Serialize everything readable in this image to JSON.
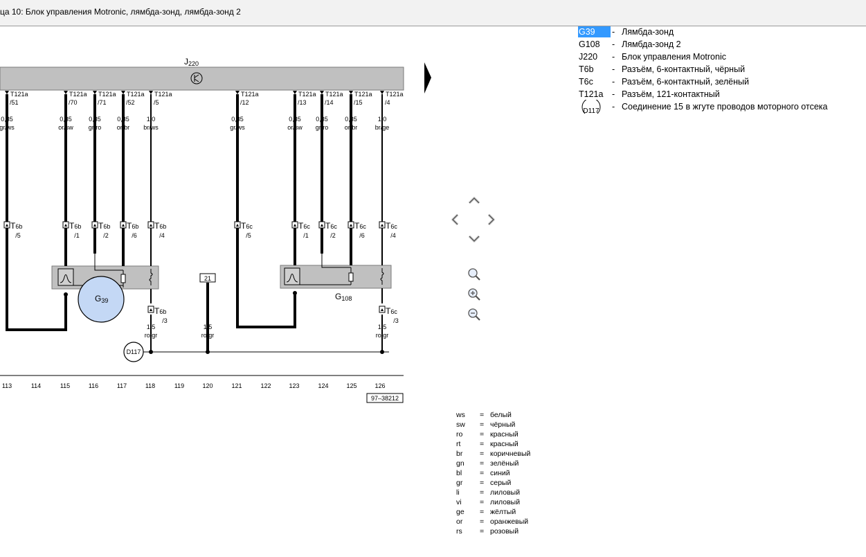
{
  "window": {
    "title": "ца 10: Блок управления Motronic, лямбда-зонд, лямбда-зонд 2"
  },
  "diagram": {
    "control_unit": {
      "label": "J",
      "sub": "220"
    },
    "probe1": {
      "label": "G",
      "sub": "39"
    },
    "probe2": {
      "label": "G",
      "sub": "108"
    },
    "fuse": "21",
    "joint": "D117",
    "drawing_number": "97–38212",
    "wires": [
      {
        "pin_conn": "T121a",
        "pin_num": "/51",
        "size": "0,35",
        "color": "gr/ws",
        "plug": "T6b",
        "plug_pin": "/5"
      },
      {
        "pin_conn": "T121a",
        "pin_num": "/70",
        "size": "0,35",
        "color": "or/sw",
        "plug": "T6b",
        "plug_pin": "/1"
      },
      {
        "pin_conn": "T121a",
        "pin_num": "/71",
        "size": "0,35",
        "color": "gr/ro",
        "plug": "T6b",
        "plug_pin": "/2"
      },
      {
        "pin_conn": "T121a",
        "pin_num": "/52",
        "size": "0,35",
        "color": "or/br",
        "plug": "T6b",
        "plug_pin": "/6"
      },
      {
        "pin_conn": "T121a",
        "pin_num": "/5",
        "size": "1,0",
        "color": "br/ws",
        "plug": "T6b",
        "plug_pin": "/4"
      },
      {
        "pin_conn": "T121a",
        "pin_num": "/12",
        "size": "0,35",
        "color": "gr/ws",
        "plug": "T6c",
        "plug_pin": "/5"
      },
      {
        "pin_conn": "T121a",
        "pin_num": "/13",
        "size": "0,35",
        "color": "or/sw",
        "plug": "T6c",
        "plug_pin": "/1"
      },
      {
        "pin_conn": "T121a",
        "pin_num": "/14",
        "size": "0,35",
        "color": "gr/ro",
        "plug": "T6c",
        "plug_pin": "/2"
      },
      {
        "pin_conn": "T121a",
        "pin_num": "/15",
        "size": "0,35",
        "color": "or/br",
        "plug": "T6c",
        "plug_pin": "/6"
      },
      {
        "pin_conn": "T121a",
        "pin_num": "/4",
        "size": "1,0",
        "color": "br/ge",
        "plug": "T6c",
        "plug_pin": "/4"
      }
    ],
    "lower_wires": [
      {
        "plug": "T6b",
        "plug_pin": "/3",
        "size": "1,5",
        "color": "ro/gr"
      },
      {
        "size": "1,5",
        "color": "ro/gr"
      },
      {
        "plug": "T6c",
        "plug_pin": "/3",
        "size": "1,5",
        "color": "ro/gr"
      }
    ],
    "ruler": [
      "113",
      "114",
      "115",
      "116",
      "117",
      "118",
      "119",
      "120",
      "121",
      "122",
      "123",
      "124",
      "125",
      "126"
    ]
  },
  "legend": [
    {
      "code": "G39",
      "desc": "Лямбда-зонд",
      "selected": true
    },
    {
      "code": "G108",
      "desc": "Лямбда-зонд 2"
    },
    {
      "code": "J220",
      "desc": "Блок управления Motronic"
    },
    {
      "code": "T6b",
      "desc": "Разъём, 6-контактный, чёрный"
    },
    {
      "code": "T6c",
      "desc": "Разъём, 6-контактный, зелёный"
    },
    {
      "code": "T121a",
      "desc": "Разъём, 121-контактный"
    },
    {
      "code": "D117",
      "desc": "Соединение 15 в жгуте проводов моторного отсека"
    }
  ],
  "legend_dash": "-",
  "colors_eq": "=",
  "colors": [
    {
      "abbr": "ws",
      "name": "белый"
    },
    {
      "abbr": "sw",
      "name": "чёрный"
    },
    {
      "abbr": "ro",
      "name": "красный"
    },
    {
      "abbr": "rt",
      "name": "красный"
    },
    {
      "abbr": "br",
      "name": "коричневый"
    },
    {
      "abbr": "gn",
      "name": "зелёный"
    },
    {
      "abbr": "bl",
      "name": "синий"
    },
    {
      "abbr": "gr",
      "name": "серый"
    },
    {
      "abbr": "li",
      "name": "лиловый"
    },
    {
      "abbr": "vi",
      "name": "лиловый"
    },
    {
      "abbr": "ge",
      "name": "жёлтый"
    },
    {
      "abbr": "or",
      "name": "оранжевый"
    },
    {
      "abbr": "rs",
      "name": "розовый"
    }
  ],
  "theme": {
    "highlight": "#3399ff",
    "probe_highlight": "#c4d8f5",
    "module_gray": "#c0c0c0"
  },
  "nav_icons": [
    "pan-up-icon",
    "pan-left-icon",
    "pan-right-icon",
    "pan-down-icon",
    "zoom-fit-icon",
    "zoom-in-icon",
    "zoom-out-icon"
  ]
}
